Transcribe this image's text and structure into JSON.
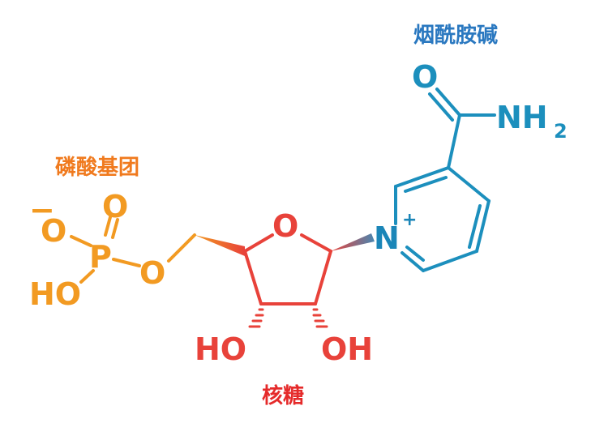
{
  "colors": {
    "phosphate": "#f29a22",
    "phosphate_label": "#f07a1e",
    "ribose": "#e8423a",
    "ribose_label": "#e52a2a",
    "nicotinamide": "#1c8fbd",
    "nicotinamide_label": "#2a78c0",
    "n_plus": "#1b86b8"
  },
  "labels": {
    "phosphate_group": "磷酸基团",
    "ribose": "核糖",
    "nicotinamide": "烟酰胺碱"
  },
  "atoms": {
    "phosphate_o_minus": "O",
    "minus_sign": "−",
    "phosphate_o_double": "O",
    "phosphorus": "P",
    "phosphate_ho": "HO",
    "ester_o": "O",
    "ring_o": "O",
    "ribose_ho": "HO",
    "ribose_oh": "OH",
    "pyridinium_n": "N",
    "plus_sign": "+",
    "amide_o": "O",
    "amide_nh": "NH",
    "amide_h2_sub": "2"
  }
}
